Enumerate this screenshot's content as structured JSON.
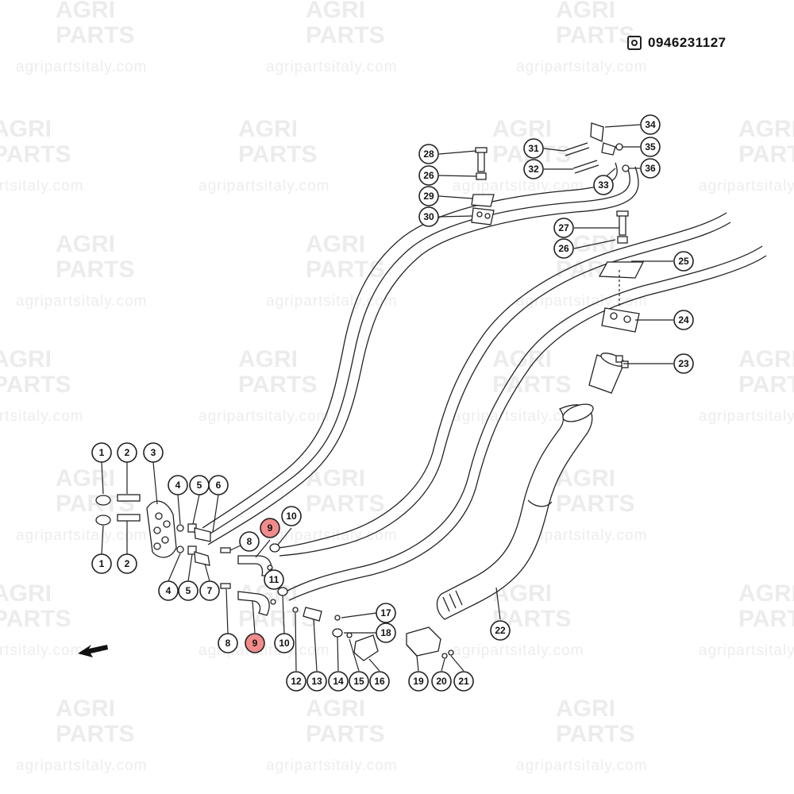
{
  "header": {
    "part_number": "0946231127",
    "part_number_icon": "catalog-icon"
  },
  "watermark": {
    "line1": "AGRI",
    "line2": "PARTS",
    "url": "agripartsitaly.com",
    "color": "#ececec"
  },
  "callouts": [
    {
      "id": "c1a",
      "label": "1"
    },
    {
      "id": "c1b",
      "label": "1"
    },
    {
      "id": "c2a",
      "label": "2"
    },
    {
      "id": "c2b",
      "label": "2"
    },
    {
      "id": "c3",
      "label": "3"
    },
    {
      "id": "c4a",
      "label": "4"
    },
    {
      "id": "c4b",
      "label": "4"
    },
    {
      "id": "c5a",
      "label": "5"
    },
    {
      "id": "c5b",
      "label": "5"
    },
    {
      "id": "c6",
      "label": "6"
    },
    {
      "id": "c7",
      "label": "7"
    },
    {
      "id": "c8a",
      "label": "8"
    },
    {
      "id": "c8b",
      "label": "8"
    },
    {
      "id": "c9a",
      "label": "9",
      "highlight": true
    },
    {
      "id": "c9b",
      "label": "9",
      "highlight": true
    },
    {
      "id": "c10a",
      "label": "10"
    },
    {
      "id": "c10b",
      "label": "10"
    },
    {
      "id": "c11",
      "label": "11"
    },
    {
      "id": "c12",
      "label": "12"
    },
    {
      "id": "c13",
      "label": "13"
    },
    {
      "id": "c14",
      "label": "14"
    },
    {
      "id": "c15",
      "label": "15"
    },
    {
      "id": "c16",
      "label": "16"
    },
    {
      "id": "c17",
      "label": "17"
    },
    {
      "id": "c18",
      "label": "18"
    },
    {
      "id": "c19",
      "label": "19"
    },
    {
      "id": "c20",
      "label": "20"
    },
    {
      "id": "c21",
      "label": "21"
    },
    {
      "id": "c22",
      "label": "22"
    },
    {
      "id": "c23",
      "label": "23"
    },
    {
      "id": "c24",
      "label": "24"
    },
    {
      "id": "c25",
      "label": "25"
    },
    {
      "id": "c26a",
      "label": "26"
    },
    {
      "id": "c26b",
      "label": "26"
    },
    {
      "id": "c27",
      "label": "27"
    },
    {
      "id": "c28",
      "label": "28"
    },
    {
      "id": "c29",
      "label": "29"
    },
    {
      "id": "c30",
      "label": "30"
    },
    {
      "id": "c31",
      "label": "31"
    },
    {
      "id": "c32",
      "label": "32"
    },
    {
      "id": "c33",
      "label": "33"
    },
    {
      "id": "c34",
      "label": "34"
    },
    {
      "id": "c35",
      "label": "35"
    },
    {
      "id": "c36",
      "label": "36"
    }
  ],
  "colors": {
    "highlight": "#f28b8b",
    "line": "#222222"
  },
  "direction_arrow_icon": "arrow-left-down-icon"
}
